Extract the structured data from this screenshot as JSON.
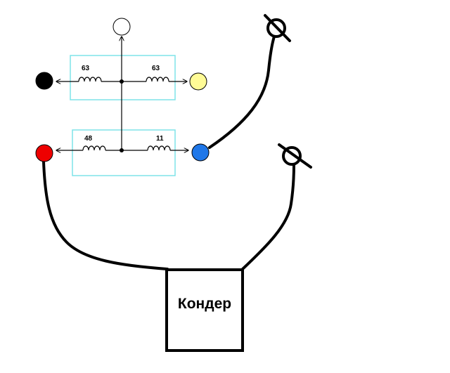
{
  "colors": {
    "background": "#ffffff",
    "box_outline": "#7fe3e8",
    "wire": "#000000",
    "terminal_black": "#000000",
    "terminal_white": "#ffffff",
    "terminal_yellow": "#fffb96",
    "terminal_red": "#ee0000",
    "terminal_blue": "#1f77e8"
  },
  "windings": {
    "top_left": {
      "label": "63"
    },
    "top_right": {
      "label": "63"
    },
    "bottom_left": {
      "label": "48"
    },
    "bottom_right": {
      "label": "11"
    }
  },
  "capacitor": {
    "label": "Кондер"
  },
  "terminals": [
    "white-terminal",
    "black-terminal",
    "yellow-terminal",
    "red-terminal",
    "blue-terminal"
  ],
  "plugs": [
    "plug-pin-top",
    "plug-pin-bottom"
  ]
}
